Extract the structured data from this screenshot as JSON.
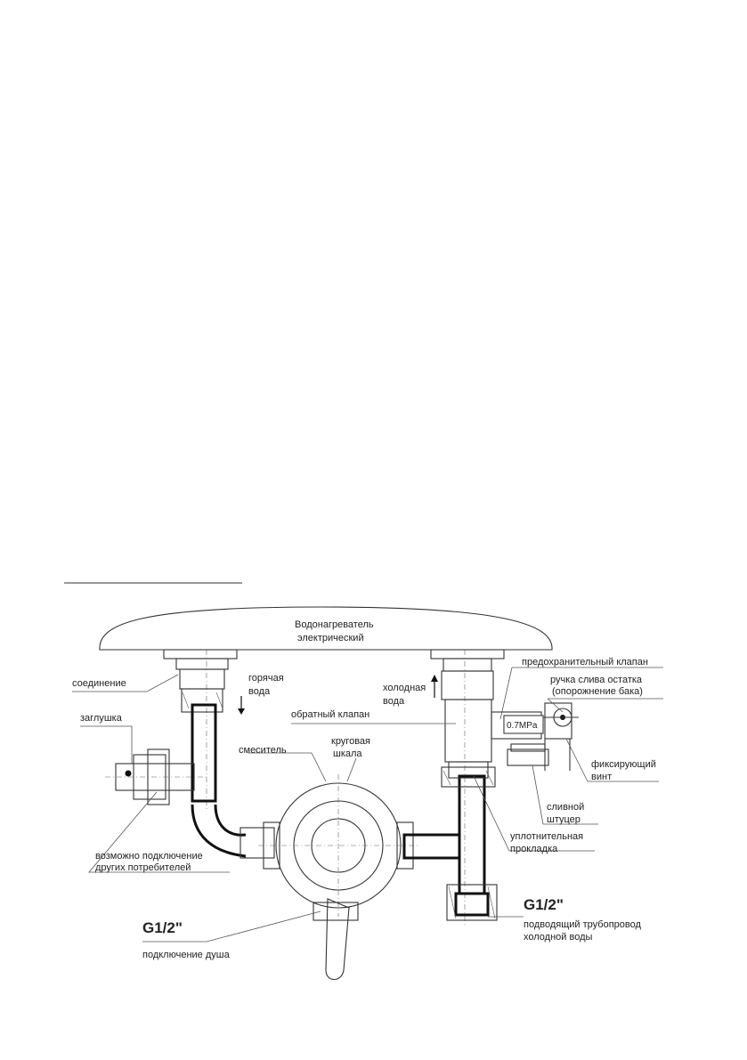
{
  "labels": {
    "heater": "Водонагреватель",
    "heater_2": "электрический",
    "connection": "соединение",
    "hot_water": "горячая",
    "hot_water_2": "вода",
    "cold_water": "холодная",
    "cold_water_2": "вода",
    "safety_valve": "предохранительный клапан",
    "drain_handle": "ручка слива остатка",
    "drain_handle_2": "(опорожнение бака)",
    "check_valve": "обратный клапан",
    "plug": "заглушка",
    "mixer": "смеситель",
    "round_scale": "круговая",
    "round_scale_2": "шкала",
    "fixing_screw": "фиксирующий",
    "fixing_screw_2": "винт",
    "drain_fitting": "сливной",
    "drain_fitting_2": "штуцер",
    "gasket": "уплотнительная",
    "gasket_2": "прокладка",
    "other_consumers": "возможно подключение",
    "other_consumers_2": "других потребителей",
    "thread_left": "G1/2\"",
    "shower": "подключение душа",
    "thread_right": "G1/2\"",
    "supply_pipe": "подводящий трубопровод",
    "supply_pipe_2": "холодной воды",
    "pressure": "0.7MPa"
  }
}
